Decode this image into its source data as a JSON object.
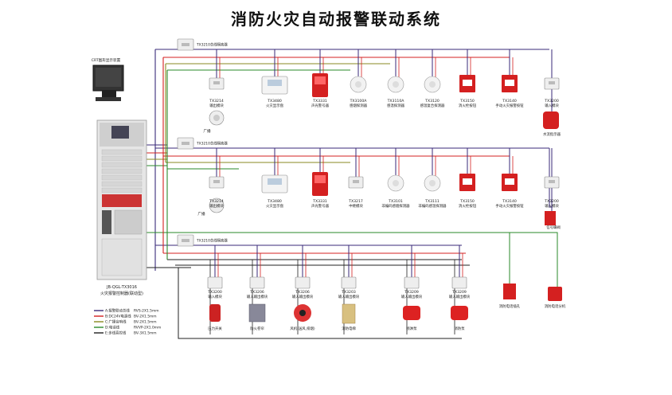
{
  "title": "消防火灾自动报警联动系统",
  "colors": {
    "bus_a": "#3a2a7a",
    "bus_b": "#d42020",
    "bus_c": "#8a8a20",
    "bus_d": "#2a8a2a",
    "bus_e": "#202020",
    "device_red": "#d42020",
    "module_gray": "#dcdcdc"
  },
  "host": {
    "crt_label": "CRT图形显示装置",
    "model": "JB-QGL-TX3016",
    "name": "火灾报警控制器(联动型)"
  },
  "repeaters": [
    {
      "label": "TX3210总线隔离器",
      "icon": "module-icon"
    },
    {
      "label": "TX3210总线隔离器",
      "icon": "module-icon"
    },
    {
      "label": "TX3210总线隔离器",
      "icon": "module-icon"
    }
  ],
  "row1": [
    {
      "code": "TX3214",
      "name": "输出模块",
      "icon": "module-icon"
    },
    {
      "code": "TX3480",
      "name": "火灾显示盘",
      "icon": "display-panel-icon"
    },
    {
      "code": "TX3331",
      "name": "声光警号器",
      "icon": "sounder-icon"
    },
    {
      "code": "TX3100A",
      "name": "感烟探测器",
      "icon": "smoke-detector-icon"
    },
    {
      "code": "TX3110A",
      "name": "感温探测器",
      "icon": "heat-detector-icon"
    },
    {
      "code": "TX3120",
      "name": "感温复合探测器",
      "icon": "detector-icon"
    },
    {
      "code": "TX3150",
      "name": "消火栓按钮",
      "icon": "hydrant-button-icon"
    },
    {
      "code": "TX3140",
      "name": "手动火灾报警按钮",
      "icon": "manual-call-point-icon"
    },
    {
      "code": "TX3200",
      "name": "输入模块",
      "icon": "module-icon"
    }
  ],
  "row1_extra": {
    "speaker_label": "广播",
    "valve_label": "水流指示器"
  },
  "row2": [
    {
      "code": "TX3214",
      "name": "输出模块",
      "icon": "module-icon"
    },
    {
      "code": "TX3480",
      "name": "火灾显示盘",
      "icon": "display-panel-icon"
    },
    {
      "code": "TX3331",
      "name": "声光警号器",
      "icon": "sounder-icon"
    },
    {
      "code": "TX3217",
      "name": "中继模块",
      "icon": "module-icon"
    },
    {
      "code": "TX3101",
      "name": "非编码感烟探测器",
      "icon": "smoke-detector-icon"
    },
    {
      "code": "TX3111",
      "name": "非编码感温探测器",
      "icon": "heat-detector-icon"
    },
    {
      "code": "TX3150",
      "name": "消火栓按钮",
      "icon": "hydrant-button-icon"
    },
    {
      "code": "TX3140",
      "name": "手动火灾报警按钮",
      "icon": "manual-call-point-icon"
    },
    {
      "code": "TX3200",
      "name": "输入模块",
      "icon": "module-icon"
    }
  ],
  "row2_extra": {
    "speaker_label": "广播",
    "valve_label": "信号蝶阀"
  },
  "row3": [
    {
      "code": "TX3200",
      "name": "输入模块",
      "label": "压力开关",
      "icon": "pressure-switch-icon"
    },
    {
      "code": "TX3206",
      "name": "输入输出模块",
      "label": "防火卷帘",
      "icon": "shutter-icon"
    },
    {
      "code": "TX3206",
      "name": "输入输出模块",
      "label": "风机(送风,排烟)",
      "icon": "fan-icon"
    },
    {
      "code": "TX3203",
      "name": "输入输出模块",
      "label": "消防电梯",
      "icon": "elevator-icon"
    },
    {
      "code": "TX3209",
      "name": "输入输出模块",
      "label": "喷淋泵",
      "icon": "pump-icon"
    },
    {
      "code": "TX3209",
      "name": "输入输出模块",
      "label": "消防泵",
      "icon": "pump-icon"
    }
  ],
  "row3_extra": {
    "phone_socket": "消防电话插孔",
    "phone": "消防电话分机"
  },
  "legend": [
    {
      "name": "A:报警联动总线",
      "spec": "RVS-2X1.5mm",
      "color": "#3a2a7a"
    },
    {
      "name": "B:DC24V电源线",
      "spec": "BV-2X1.5mm",
      "color": "#d42020"
    },
    {
      "name": "C:广播音响线",
      "spec": "BV-2X1.5mm",
      "color": "#8a8a20"
    },
    {
      "name": "D:电话线",
      "spec": "RVVP-2X1.0mm",
      "color": "#2a8a2a"
    },
    {
      "name": "E:多线直控线",
      "spec": "BV-3X1.5mm",
      "color": "#202020"
    }
  ]
}
